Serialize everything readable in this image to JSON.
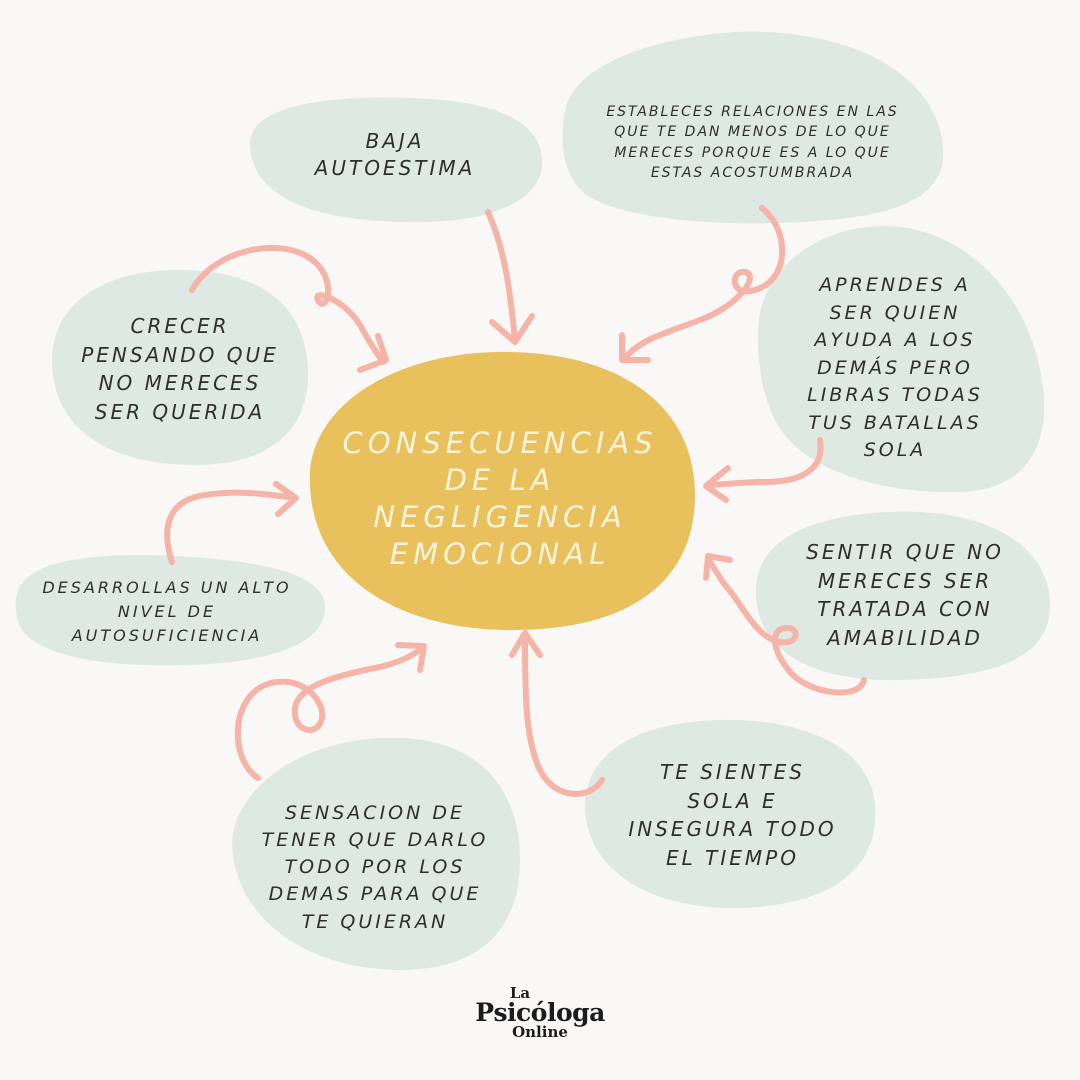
{
  "center": {
    "title": "CONSECUENCIAS\nDE LA\nNEGLIGENCIA\nEMOCIONAL"
  },
  "nodes": [
    {
      "id": "baja-autoestima",
      "text": "BAJA\nAUTOESTIMA"
    },
    {
      "id": "relaciones",
      "text": "ESTABLECES RELACIONES EN LAS\nQUE TE DAN MENOS DE LO QUE\nMERECES PORQUE ES A LO QUE\nESTAS ACOSTUMBRADA"
    },
    {
      "id": "crecer",
      "text": "CRECER\nPENSANDO QUE\nNO MERECES\nSER QUERIDA"
    },
    {
      "id": "aprendes",
      "text": "APRENDES A\nSER QUIEN\nAYUDA A LOS\nDEMÁS PERO\nLIBRAS TODAS\nTUS BATALLAS\nSOLA"
    },
    {
      "id": "autosuficiencia",
      "text": "DESARROLLAS UN ALTO\nNIVEL DE\nAUTOSUFICIENCIA"
    },
    {
      "id": "amabilidad",
      "text": "SENTIR QUE NO\nMERECES SER\nTRATADA CON\nAMABILIDAD"
    },
    {
      "id": "darlo-todo",
      "text": "SENSACION DE\nTENER QUE DARLO\nTODO POR LOS\nDEMAS PARA QUE\nTE QUIERAN"
    },
    {
      "id": "sola-insegura",
      "text": "TE SIENTES\nSOLA E\nINSEGURA TODO\nEL TIEMPO"
    }
  ],
  "logo": {
    "line1": "La",
    "line2": "Psicóloga",
    "line3": "Online"
  },
  "colors": {
    "background": "#faf8f6",
    "bubble": "#dfe9e3",
    "center": "#e8c05c",
    "arrow": "#f6b3a8",
    "text": "#2e2e2e"
  }
}
